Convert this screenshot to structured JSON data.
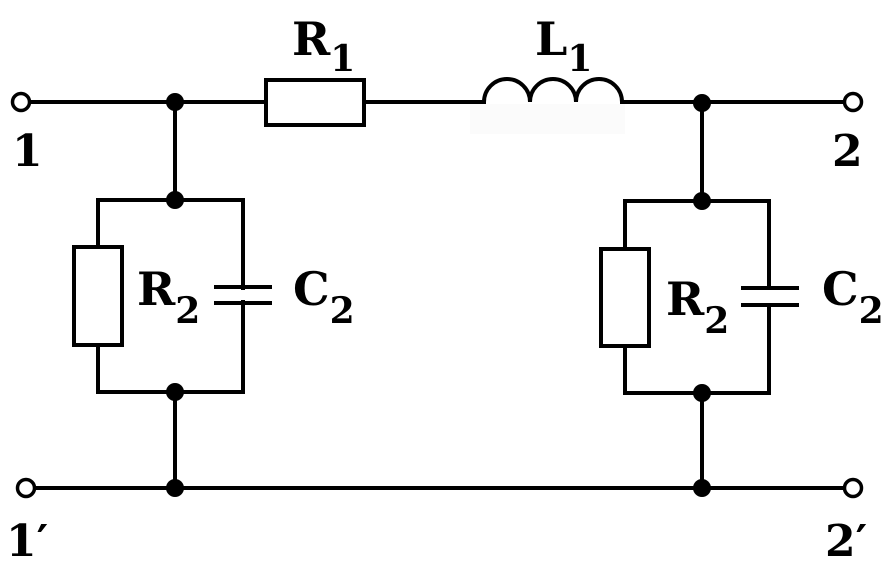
{
  "diagram": {
    "type": "two-port circuit schematic",
    "components": {
      "r1": {
        "symbol": "R",
        "index": "1",
        "kind": "resistor"
      },
      "l1": {
        "symbol": "L",
        "index": "1",
        "kind": "inductor"
      },
      "r2_left": {
        "symbol": "R",
        "index": "2",
        "kind": "resistor"
      },
      "c2_left": {
        "symbol": "C",
        "index": "2",
        "kind": "capacitor"
      },
      "r2_right": {
        "symbol": "R",
        "index": "2",
        "kind": "resistor"
      },
      "c2_right": {
        "symbol": "C",
        "index": "2",
        "kind": "capacitor"
      }
    },
    "terminals": {
      "in_top": "1",
      "in_bottom": "1′",
      "out_top": "2",
      "out_bottom": "2′"
    },
    "colors": {
      "line": "#000000",
      "background": "#ffffff"
    }
  }
}
